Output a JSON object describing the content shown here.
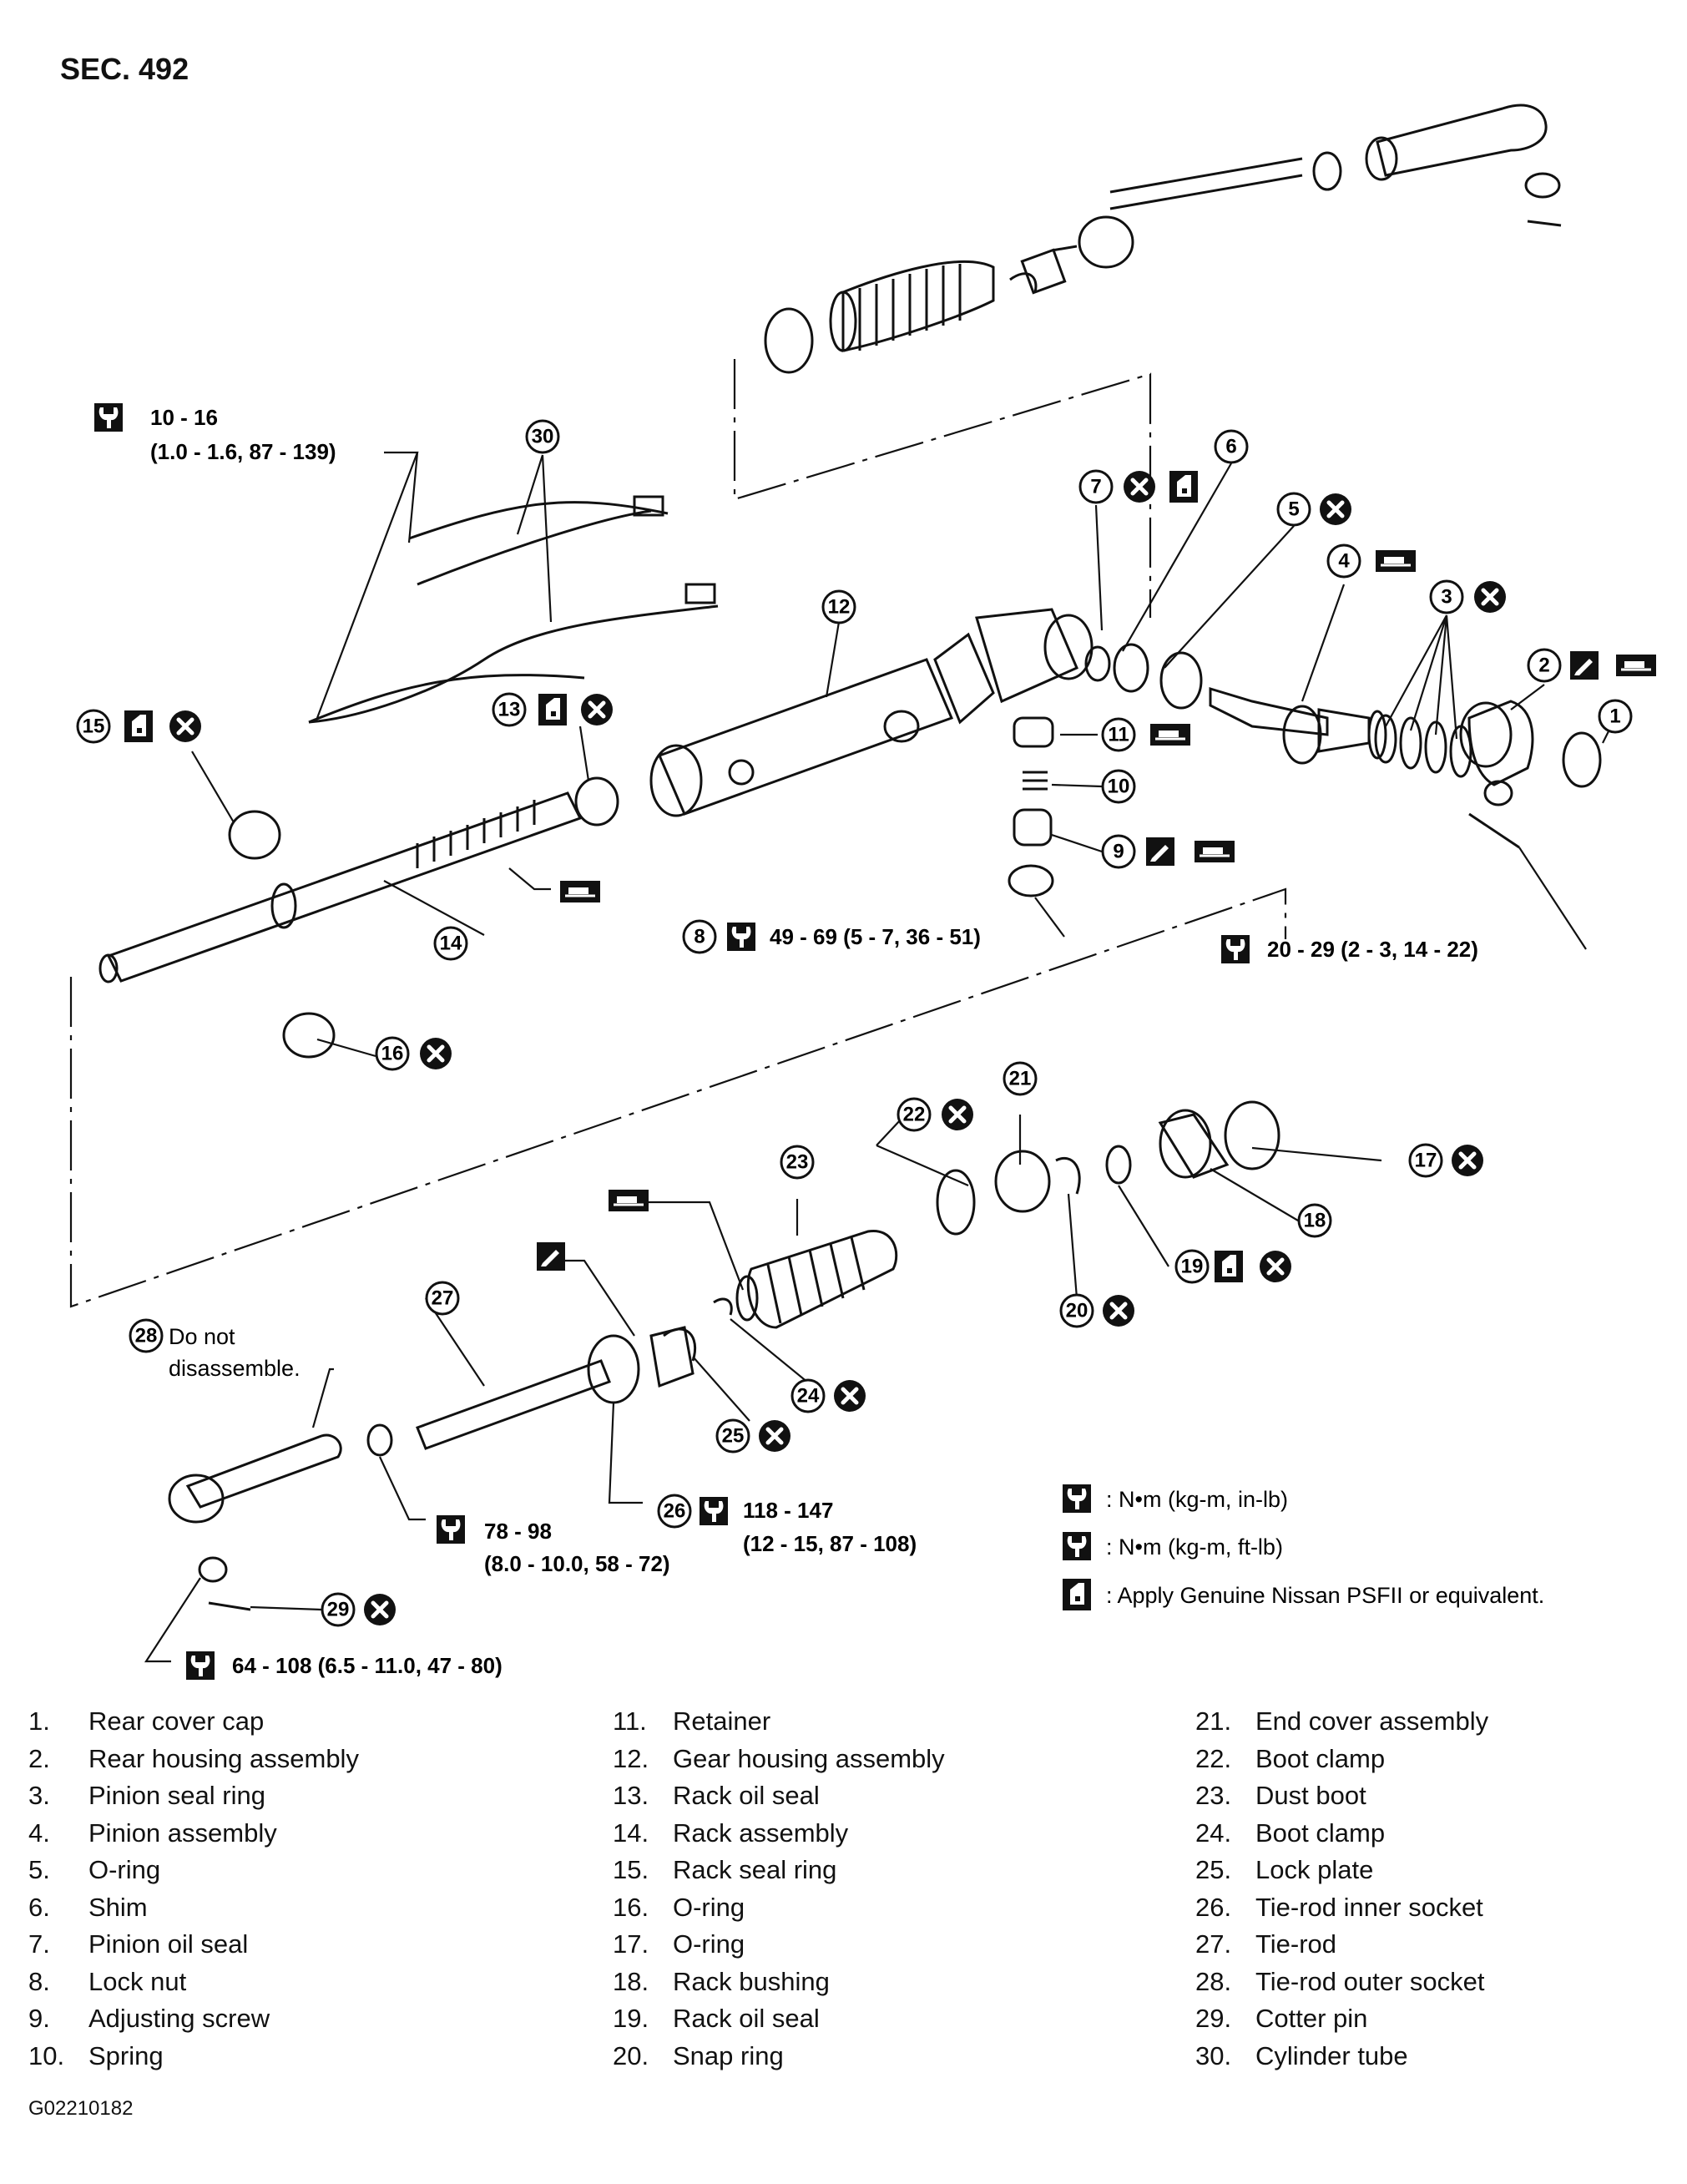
{
  "section_title": "SEC. 492",
  "figure_code": "G02210182",
  "callouts": [
    "1",
    "2",
    "3",
    "4",
    "5",
    "6",
    "7",
    "8",
    "9",
    "10",
    "11",
    "12",
    "13",
    "14",
    "15",
    "16",
    "17",
    "18",
    "19",
    "20",
    "21",
    "22",
    "23",
    "24",
    "25",
    "26",
    "27",
    "28",
    "29",
    "30"
  ],
  "torque_specs": {
    "cylinder_tube_line1": "10 - 16",
    "cylinder_tube_line2": "(1.0 - 1.6, 87 - 139)",
    "lock_nut": "49 - 69 (5 - 7, 36 - 51)",
    "rear_housing_bolt": "20 - 29 (2 - 3, 14 - 22)",
    "tie_rod_nut_line1": "78 - 98",
    "tie_rod_nut_line2": "(8.0 - 10.0, 58 - 72)",
    "inner_socket_line1": "118 - 147",
    "inner_socket_line2": "(12 - 15, 87 - 108)",
    "outer_socket_nut": "64 - 108 (6.5 - 11.0, 47 - 80)"
  },
  "notes": {
    "do_not_line1": "Do not",
    "do_not_line2": "disassemble."
  },
  "legend": [
    {
      "icon": "torque-wrench-icon-inlb",
      "text": ": N•m (kg-m, in-lb)"
    },
    {
      "icon": "torque-wrench-icon-ftlb",
      "text": ": N•m (kg-m, ft-lb)"
    },
    {
      "icon": "fluid-can-icon",
      "text": ": Apply Genuine Nissan PSFII or equivalent."
    }
  ],
  "parts": [
    {
      "num": "1.",
      "name": "Rear cover cap"
    },
    {
      "num": "2.",
      "name": "Rear housing assembly"
    },
    {
      "num": "3.",
      "name": "Pinion seal ring"
    },
    {
      "num": "4.",
      "name": "Pinion assembly"
    },
    {
      "num": "5.",
      "name": "O-ring"
    },
    {
      "num": "6.",
      "name": "Shim"
    },
    {
      "num": "7.",
      "name": "Pinion oil seal"
    },
    {
      "num": "8.",
      "name": "Lock nut"
    },
    {
      "num": "9.",
      "name": "Adjusting screw"
    },
    {
      "num": "10.",
      "name": "Spring"
    },
    {
      "num": "11.",
      "name": "Retainer"
    },
    {
      "num": "12.",
      "name": "Gear housing assembly"
    },
    {
      "num": "13.",
      "name": "Rack oil seal"
    },
    {
      "num": "14.",
      "name": "Rack assembly"
    },
    {
      "num": "15.",
      "name": "Rack seal ring"
    },
    {
      "num": "16.",
      "name": "O-ring"
    },
    {
      "num": "17.",
      "name": "O-ring"
    },
    {
      "num": "18.",
      "name": "Rack bushing"
    },
    {
      "num": "19.",
      "name": "Rack oil seal"
    },
    {
      "num": "20.",
      "name": "Snap ring"
    },
    {
      "num": "21.",
      "name": "End cover assembly"
    },
    {
      "num": "22.",
      "name": "Boot clamp"
    },
    {
      "num": "23.",
      "name": "Dust boot"
    },
    {
      "num": "24.",
      "name": "Boot clamp"
    },
    {
      "num": "25.",
      "name": "Lock plate"
    },
    {
      "num": "26.",
      "name": "Tie-rod inner socket"
    },
    {
      "num": "27.",
      "name": "Tie-rod"
    },
    {
      "num": "28.",
      "name": "Tie-rod outer socket"
    },
    {
      "num": "29.",
      "name": "Cotter pin"
    },
    {
      "num": "30.",
      "name": "Cylinder tube"
    }
  ]
}
